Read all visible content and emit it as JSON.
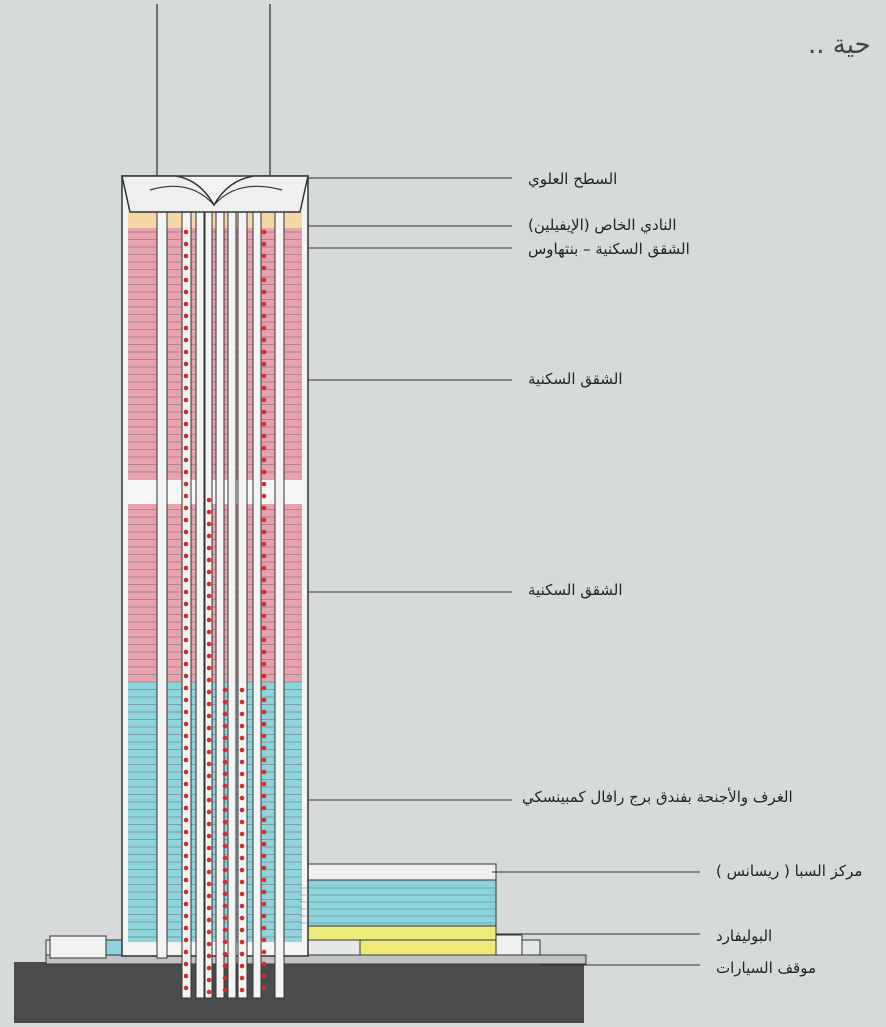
{
  "page": {
    "corner_text": "حية .."
  },
  "colors": {
    "background": "#d7dadb",
    "residential": "#e8a2ad",
    "hotel": "#8fd3dd",
    "club": "#f3d7a4",
    "boulevard": "#eceb7a",
    "ground": "#4b4b4d",
    "core": "#f4f4f4",
    "dot": "#d82a2a",
    "line": "#333333"
  },
  "labels": [
    {
      "id": "roof",
      "text": "السطح العلوي"
    },
    {
      "id": "club",
      "text": "النادي الخاص (الإيفيلين)"
    },
    {
      "id": "penthouse",
      "text": "الشقق السكنية – بنتهاوس"
    },
    {
      "id": "residences-upper",
      "text": "الشقق السكنية"
    },
    {
      "id": "residences-lower",
      "text": "الشقق السكنية"
    },
    {
      "id": "hotel",
      "text": "الغرف والأجنحة بفندق برج رافال كمبينسكي"
    },
    {
      "id": "spa",
      "text": "مركز السبا ( ريسانس )"
    },
    {
      "id": "boulevard",
      "text": "البوليفارد"
    },
    {
      "id": "parking",
      "text": "موقف السيارات"
    }
  ]
}
